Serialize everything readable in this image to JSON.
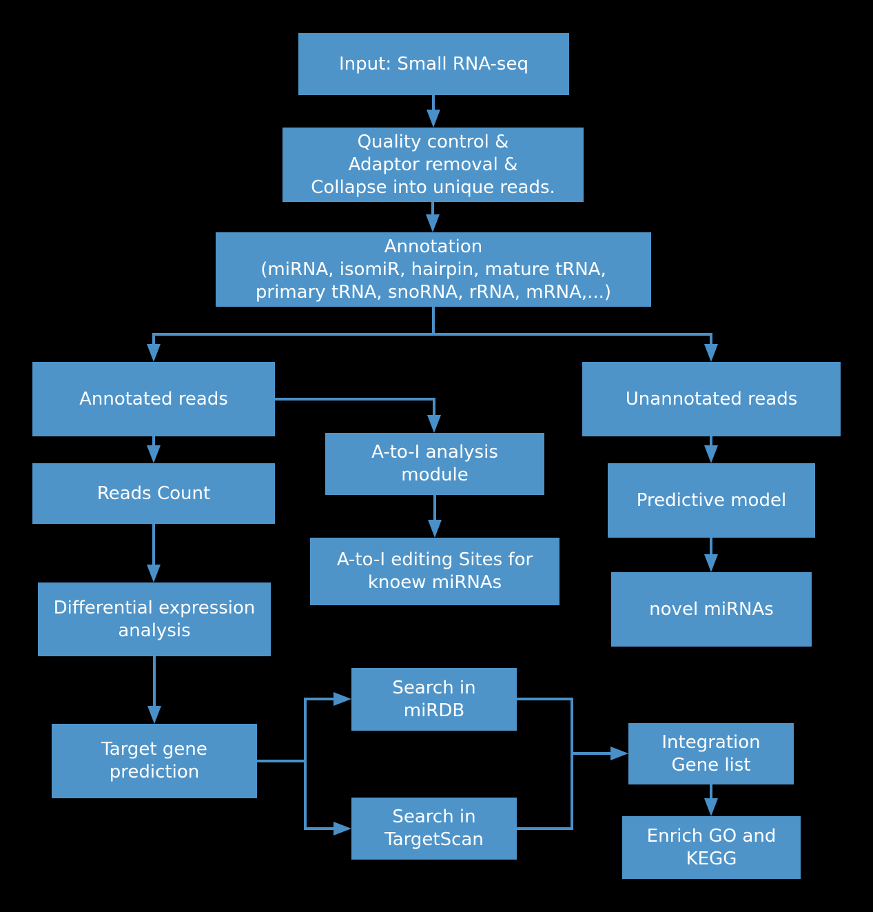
{
  "diagram": {
    "background_color": "#000000",
    "box_color": "#4F94C9",
    "line_color": "#4A90C8",
    "text_color": "#FFFFFF",
    "nodes": {
      "input": {
        "label": "Input: Small RNA-seq"
      },
      "qc": {
        "label": "Quality control &\nAdaptor removal &\nCollapse into unique reads."
      },
      "annotation": {
        "label": "Annotation\n(miRNA, isomiR, hairpin, mature tRNA,\nprimary tRNA, snoRNA, rRNA, mRNA,...)"
      },
      "annotated_reads": {
        "label": "Annotated reads"
      },
      "unannotated_reads": {
        "label": "Unannotated reads"
      },
      "atoi_module": {
        "label": "A-to-I analysis\nmodule"
      },
      "reads_count": {
        "label": "Reads Count"
      },
      "predictive_model": {
        "label": "Predictive model"
      },
      "atoi_sites": {
        "label": "A-to-I editing Sites for\nknoew miRNAs"
      },
      "novel_mirnas": {
        "label": "novel miRNAs"
      },
      "diff_expr": {
        "label": "Differential expression\nanalysis"
      },
      "target_gene": {
        "label": "Target gene\nprediction"
      },
      "search_mirdb": {
        "label": "Search in\nmiRDB"
      },
      "search_targetscan": {
        "label": "Search in\nTargetScan"
      },
      "integration": {
        "label": "Integration\nGene list"
      },
      "enrich": {
        "label": "Enrich GO and\nKEGG"
      }
    },
    "edges": [
      {
        "from": "input",
        "to": "qc"
      },
      {
        "from": "qc",
        "to": "annotation"
      },
      {
        "from": "annotation",
        "to": "annotated_reads"
      },
      {
        "from": "annotation",
        "to": "unannotated_reads"
      },
      {
        "from": "annotated_reads",
        "to": "reads_count"
      },
      {
        "from": "annotated_reads",
        "to": "atoi_module"
      },
      {
        "from": "atoi_module",
        "to": "atoi_sites"
      },
      {
        "from": "unannotated_reads",
        "to": "predictive_model"
      },
      {
        "from": "predictive_model",
        "to": "novel_mirnas"
      },
      {
        "from": "reads_count",
        "to": "diff_expr"
      },
      {
        "from": "diff_expr",
        "to": "target_gene"
      },
      {
        "from": "target_gene",
        "to": "search_mirdb"
      },
      {
        "from": "target_gene",
        "to": "search_targetscan"
      },
      {
        "from": "search_mirdb",
        "to": "integration"
      },
      {
        "from": "search_targetscan",
        "to": "integration"
      },
      {
        "from": "integration",
        "to": "enrich"
      }
    ]
  }
}
